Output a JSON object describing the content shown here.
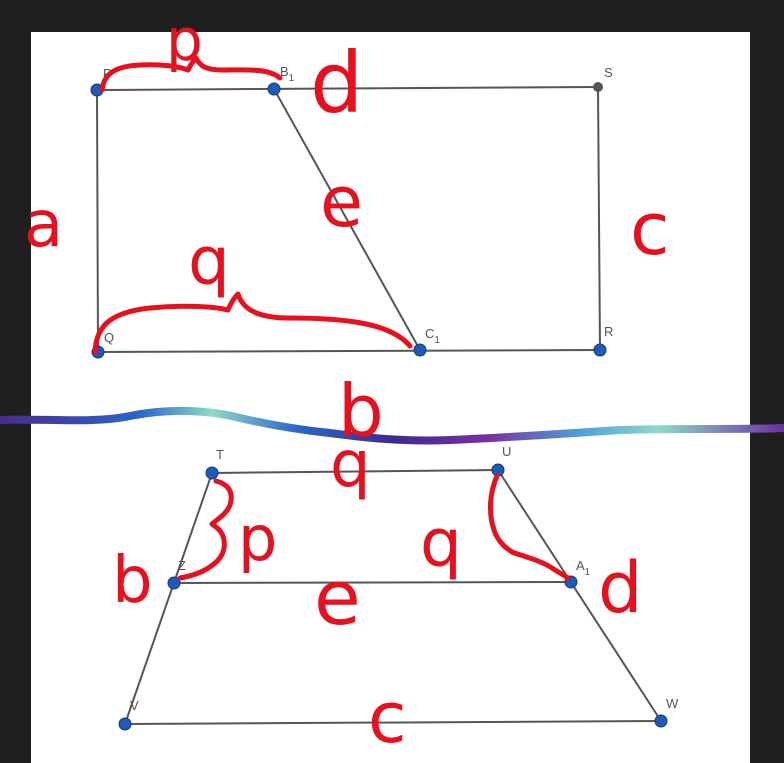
{
  "colors": {
    "background": "#1f1f1f",
    "sheet": "#ffffff",
    "segment": "#555555",
    "point": "#1e5bb8",
    "point_gray": "#555555",
    "ink": "#e8101f"
  },
  "figure_top": {
    "points": [
      {
        "id": "P",
        "label": "P",
        "sub": ""
      },
      {
        "id": "B1",
        "label": "B",
        "sub": "1"
      },
      {
        "id": "S",
        "label": "S",
        "sub": ""
      },
      {
        "id": "Q",
        "label": "Q",
        "sub": ""
      },
      {
        "id": "C1",
        "label": "C",
        "sub": "1"
      },
      {
        "id": "R",
        "label": "R",
        "sub": ""
      }
    ],
    "annotations": [
      "p",
      "d",
      "a",
      "e",
      "c",
      "q"
    ]
  },
  "divider_annotation": "b",
  "figure_bottom": {
    "points": [
      {
        "id": "T",
        "label": "T",
        "sub": ""
      },
      {
        "id": "U",
        "label": "U",
        "sub": ""
      },
      {
        "id": "Z",
        "label": "Z",
        "sub": ""
      },
      {
        "id": "A1",
        "label": "A",
        "sub": "1"
      },
      {
        "id": "V",
        "label": "V",
        "sub": ""
      },
      {
        "id": "W",
        "label": "W",
        "sub": ""
      }
    ],
    "annotations": [
      "q",
      "p",
      "q",
      "b",
      "e",
      "d",
      "c"
    ]
  }
}
